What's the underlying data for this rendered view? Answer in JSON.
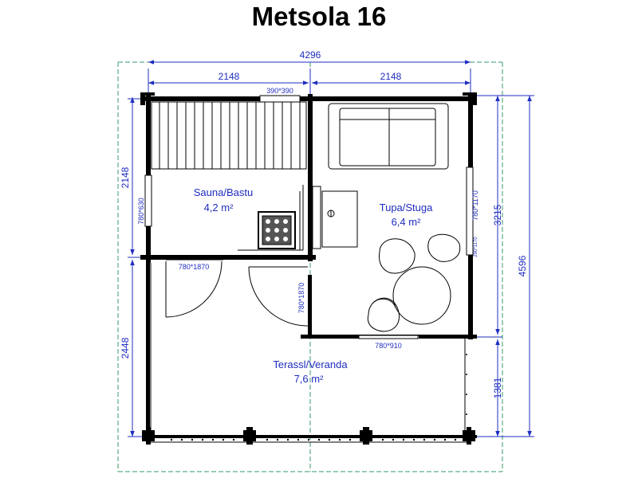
{
  "title": "Metsola 16",
  "dimensions": {
    "overall_width": "4296",
    "left_width": "2148",
    "right_width": "2148",
    "left_upper_height": "2148",
    "left_lower_height": "2448",
    "right_upper_height": "3215",
    "right_lower_height": "1381",
    "overall_height": "4596"
  },
  "openings": {
    "sauna_top_window": "390*390",
    "sauna_side_window": "780*630",
    "living_side_window": "780*1170",
    "living_small_window": "290*1170",
    "sauna_door": "780*1870",
    "living_door": "780*1870",
    "terrace_opening": "780*910"
  },
  "rooms": {
    "sauna_name": "Sauna/Bastu",
    "sauna_area": "4,2 m²",
    "living_name": "Tupa/Stuga",
    "living_area": "6,4 m²",
    "terrace_name": "Terassl/Veranda",
    "terrace_area": "7,6 m²"
  },
  "colors": {
    "dimension": "#1f2dbf",
    "wall": "#000000",
    "guide": "#3a9a6a"
  }
}
